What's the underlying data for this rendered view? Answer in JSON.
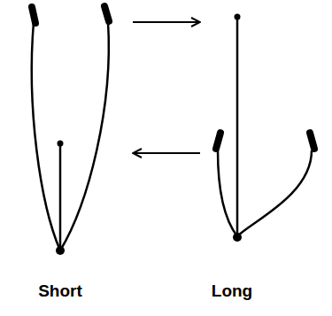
{
  "diagram": {
    "nodes": [
      {
        "text": [
          "Short"
        ]
      },
      {
        "text": [
          "Long"
        ]
      }
    ],
    "edges": [
      {
        "from": 0,
        "to": 1,
        "arrow": "to"
      },
      {
        "from": 1,
        "to": 0,
        "arrow": "to"
      }
    ]
  }
}
